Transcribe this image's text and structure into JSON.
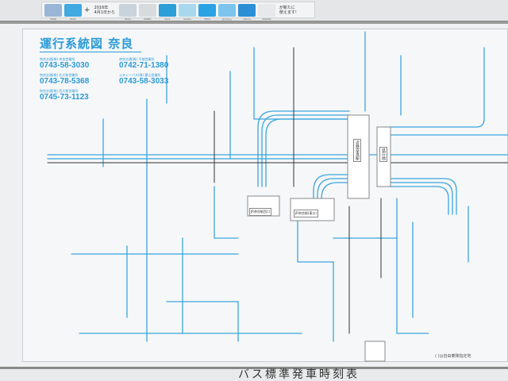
{
  "ic_notice": {
    "cards": [
      {
        "name": "PiTaPa",
        "color": "#9ab6d6"
      },
      {
        "name": "ICOCA",
        "color": "#3fa9e0"
      },
      {
        "name": "Kitaca",
        "color": "#c9d3dc"
      },
      {
        "name": "PASMO",
        "color": "#d8dbde"
      },
      {
        "name": "Suica",
        "color": "#2c9ed8"
      },
      {
        "name": "manaca",
        "color": "#a9d8ee"
      },
      {
        "name": "TOICA",
        "color": "#2ba3e3"
      },
      {
        "name": "はやかけん",
        "color": "#7cc4ec"
      },
      {
        "name": "nimoca",
        "color": "#2c8fd6"
      },
      {
        "name": "SUGOCA",
        "color": "#e6e8ea"
      }
    ],
    "since_year": "2016年",
    "since_date": "4月1日から",
    "message_1": "が新たに",
    "message_2": "使えます!"
  },
  "map": {
    "title": "運行系統図 奈良",
    "accent": "#2b9bd8",
    "offices": [
      {
        "name": "奈良交通(株) 奈良営業所",
        "phone": "0743-58-3030"
      },
      {
        "name": "奈良交通(株) 平城営業所",
        "phone": "0742-71-1380"
      },
      {
        "name": "奈良交通(株) 北大和営業所",
        "phone": "0743-78-5368"
      },
      {
        "name": "エヌシーバス(株) 郡山営業所",
        "phone": "0743-58-3033"
      },
      {
        "name": "奈良交通(株) 西大和営業所",
        "phone": "0745-73-1123"
      }
    ],
    "stations": {
      "kintetsu_nara": "近鉄奈良駅",
      "kencho_mae": "県庁前",
      "jr_nara_west": "JR奈良駅西口",
      "jr_nara_east": "JR奈良駅(東口)"
    },
    "legend": "( )は自由乗降指定地"
  },
  "timetable": {
    "title": "バス標準発車時刻表"
  }
}
